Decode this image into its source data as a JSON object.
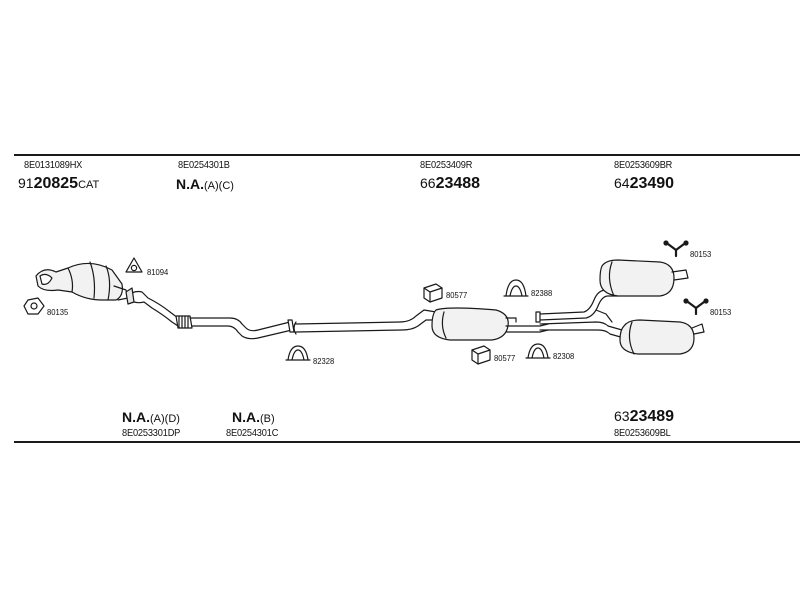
{
  "top_codes": [
    "8E0131089HX",
    "8E0254301B",
    "8E0253409R",
    "8E0253609BR"
  ],
  "top_numbers": [
    {
      "prefix": "91",
      "bold": "20825",
      "suffix": "CAT"
    },
    {
      "prefix": "66",
      "bold": "23488",
      "suffix": ""
    },
    {
      "prefix": "64",
      "bold": "23490",
      "suffix": ""
    }
  ],
  "na_top": {
    "bold": "N.A.",
    "sub": "(A)(C)"
  },
  "na_bottom_left": {
    "bold": "N.A.",
    "sub": "(A)(D)"
  },
  "na_bottom_mid": {
    "bold": "N.A.",
    "sub": "(B)"
  },
  "bottom_codes": [
    "8E0253301DP",
    "8E0254301C",
    "8E0253609BL"
  ],
  "bottom_number": {
    "prefix": "63",
    "bold": "23489",
    "suffix": ""
  },
  "part_tags": [
    "80135",
    "81094",
    "82328",
    "80577",
    "82388",
    "80577",
    "82308",
    "80153",
    "80153"
  ]
}
